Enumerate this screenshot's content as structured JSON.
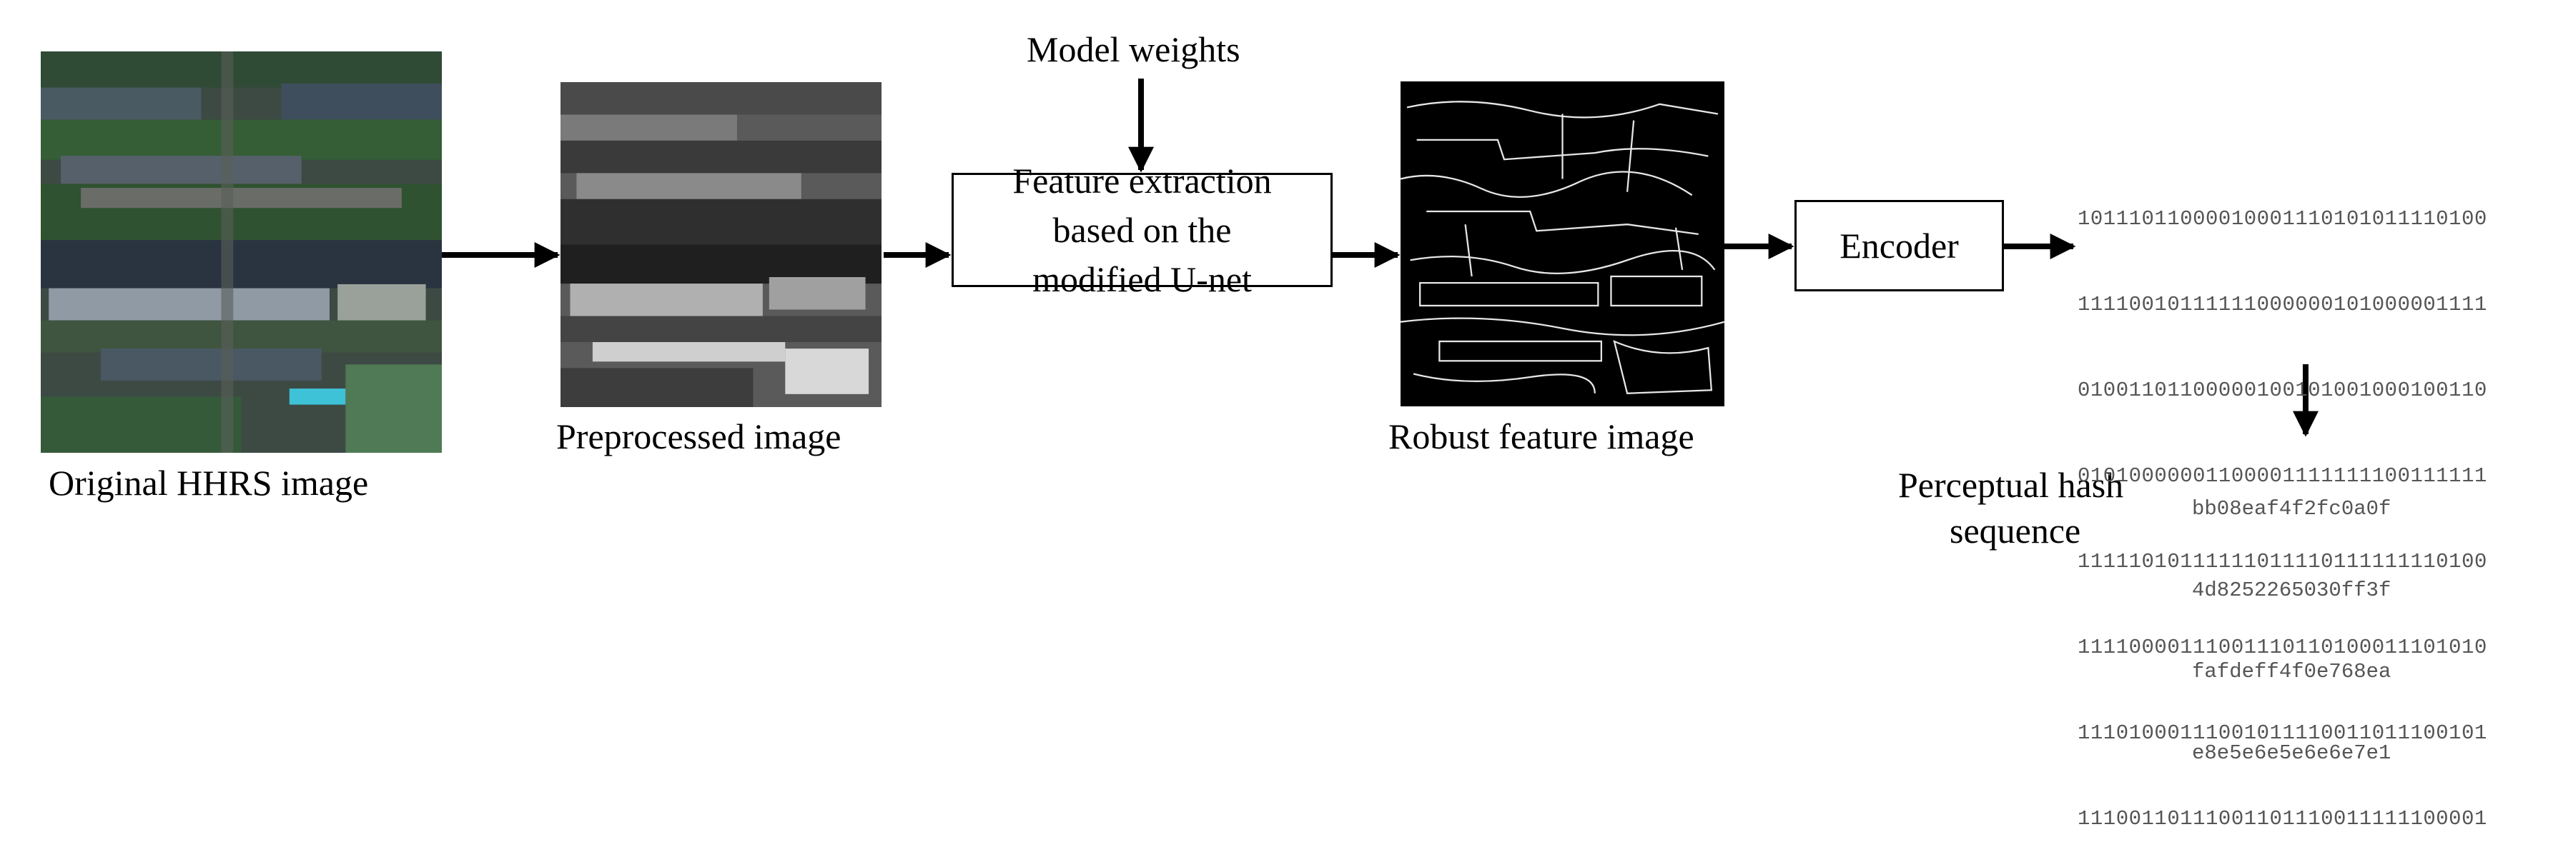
{
  "labels": {
    "original": "Original HHRS image",
    "preprocessed": "Preprocessed  image",
    "model_weights": "Model weights",
    "feature_box": "Feature extraction\nbased on the\nmodified U-net",
    "robust": "Robust feature  image",
    "encoder": "Encoder",
    "perceptual_line1": "Perceptual hash",
    "perceptual_line2": "sequence"
  },
  "binary_sequence": [
    "10111011000010001110101011110100",
    "11110010111111000000101000001111",
    "01001101100000100101001000100110",
    "01010000001100001111111100111111",
    "11111010111111011110111111110100",
    "11110000111001110110100011101010",
    "11101000111001011110011011100101",
    "11100110111001101110011111100001"
  ],
  "hash_sequence": [
    "bb08eaf4f2fc0a0f",
    "4d8252265030ff3f",
    "fafdeff4f0e768ea",
    "e8e5e6e5e6e6e7e1"
  ],
  "colors": {
    "arrow": "#000000",
    "mono_text": "#555555"
  }
}
